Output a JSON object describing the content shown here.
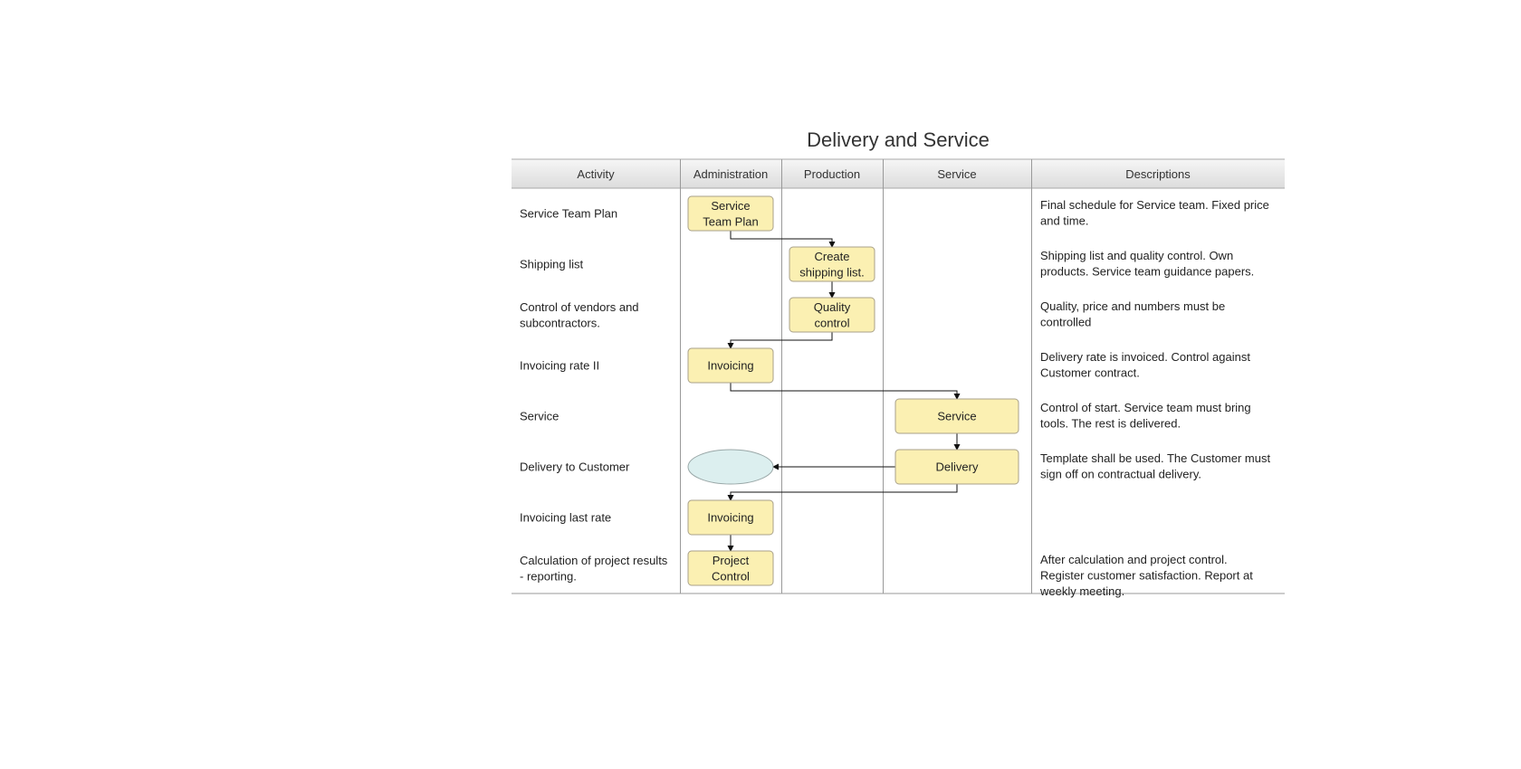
{
  "title": "Delivery and Service",
  "columns": [
    "Activity",
    "Administration",
    "Production",
    "Service",
    "Descriptions"
  ],
  "rows": [
    {
      "activity": [
        "Service Team Plan"
      ],
      "description": [
        "Final schedule for Service team. Fixed price",
        "and time."
      ]
    },
    {
      "activity": [
        "Shipping list"
      ],
      "description": [
        "Shipping list and quality control. Own",
        "products. Service team guidance papers."
      ]
    },
    {
      "activity": [
        "Control of vendors and",
        "subcontractors."
      ],
      "description": [
        "Quality, price and numbers must be",
        "controlled"
      ]
    },
    {
      "activity": [
        "Invoicing rate II"
      ],
      "description": [
        "Delivery rate is invoiced. Control against",
        "Customer contract."
      ]
    },
    {
      "activity": [
        "Service"
      ],
      "description": [
        "Control of start. Service team must bring",
        "tools. The rest is delivered."
      ]
    },
    {
      "activity": [
        "Delivery to Customer"
      ],
      "description": [
        "Template shall be used. The Customer must",
        "sign off on contractual delivery."
      ]
    },
    {
      "activity": [
        "Invoicing last rate"
      ],
      "description": []
    },
    {
      "activity": [
        "Calculation of project results",
        "- reporting."
      ],
      "description": [
        "After calculation and project control.",
        "Register customer satisfaction. Report at",
        "weekly meeting."
      ]
    }
  ],
  "nodes": [
    {
      "id": "service-team-plan",
      "shape": "process",
      "lane": "Administration",
      "row": 1,
      "label": [
        "Service",
        "Team Plan"
      ]
    },
    {
      "id": "create-shipping-list",
      "shape": "process",
      "lane": "Production",
      "row": 2,
      "label": [
        "Create",
        "shipping list."
      ]
    },
    {
      "id": "quality-control",
      "shape": "process",
      "lane": "Production",
      "row": 3,
      "label": [
        "Quality",
        "control"
      ]
    },
    {
      "id": "invoicing-rate",
      "shape": "process",
      "lane": "Administration",
      "row": 4,
      "label": [
        "Invoicing"
      ]
    },
    {
      "id": "service",
      "shape": "process",
      "lane": "Service",
      "row": 5,
      "label": [
        "Service"
      ]
    },
    {
      "id": "delivery",
      "shape": "process",
      "lane": "Service",
      "row": 6,
      "label": [
        "Delivery"
      ]
    },
    {
      "id": "customer-terminal",
      "shape": "terminal",
      "lane": "Administration",
      "row": 6,
      "label": []
    },
    {
      "id": "invoicing-last",
      "shape": "process",
      "lane": "Administration",
      "row": 7,
      "label": [
        "Invoicing"
      ]
    },
    {
      "id": "project-control",
      "shape": "process",
      "lane": "Administration",
      "row": 8,
      "label": [
        "Project",
        "Control"
      ]
    }
  ],
  "edges": [
    {
      "from": "service-team-plan",
      "to": "create-shipping-list"
    },
    {
      "from": "create-shipping-list",
      "to": "quality-control"
    },
    {
      "from": "quality-control",
      "to": "invoicing-rate"
    },
    {
      "from": "invoicing-rate",
      "to": "service"
    },
    {
      "from": "service",
      "to": "delivery"
    },
    {
      "from": "delivery",
      "to": "customer-terminal"
    },
    {
      "from": "delivery",
      "to": "invoicing-last"
    },
    {
      "from": "invoicing-last",
      "to": "project-control"
    }
  ],
  "colors": {
    "process_fill": "#fbf0b2",
    "process_stroke": "#a8a08a",
    "terminal_fill": "#dcefef",
    "terminal_stroke": "#9aa8a8",
    "grid_line": "#999999",
    "header_top": "#f6f6f6",
    "header_bottom": "#dcdcdc",
    "connector": "#111111"
  }
}
